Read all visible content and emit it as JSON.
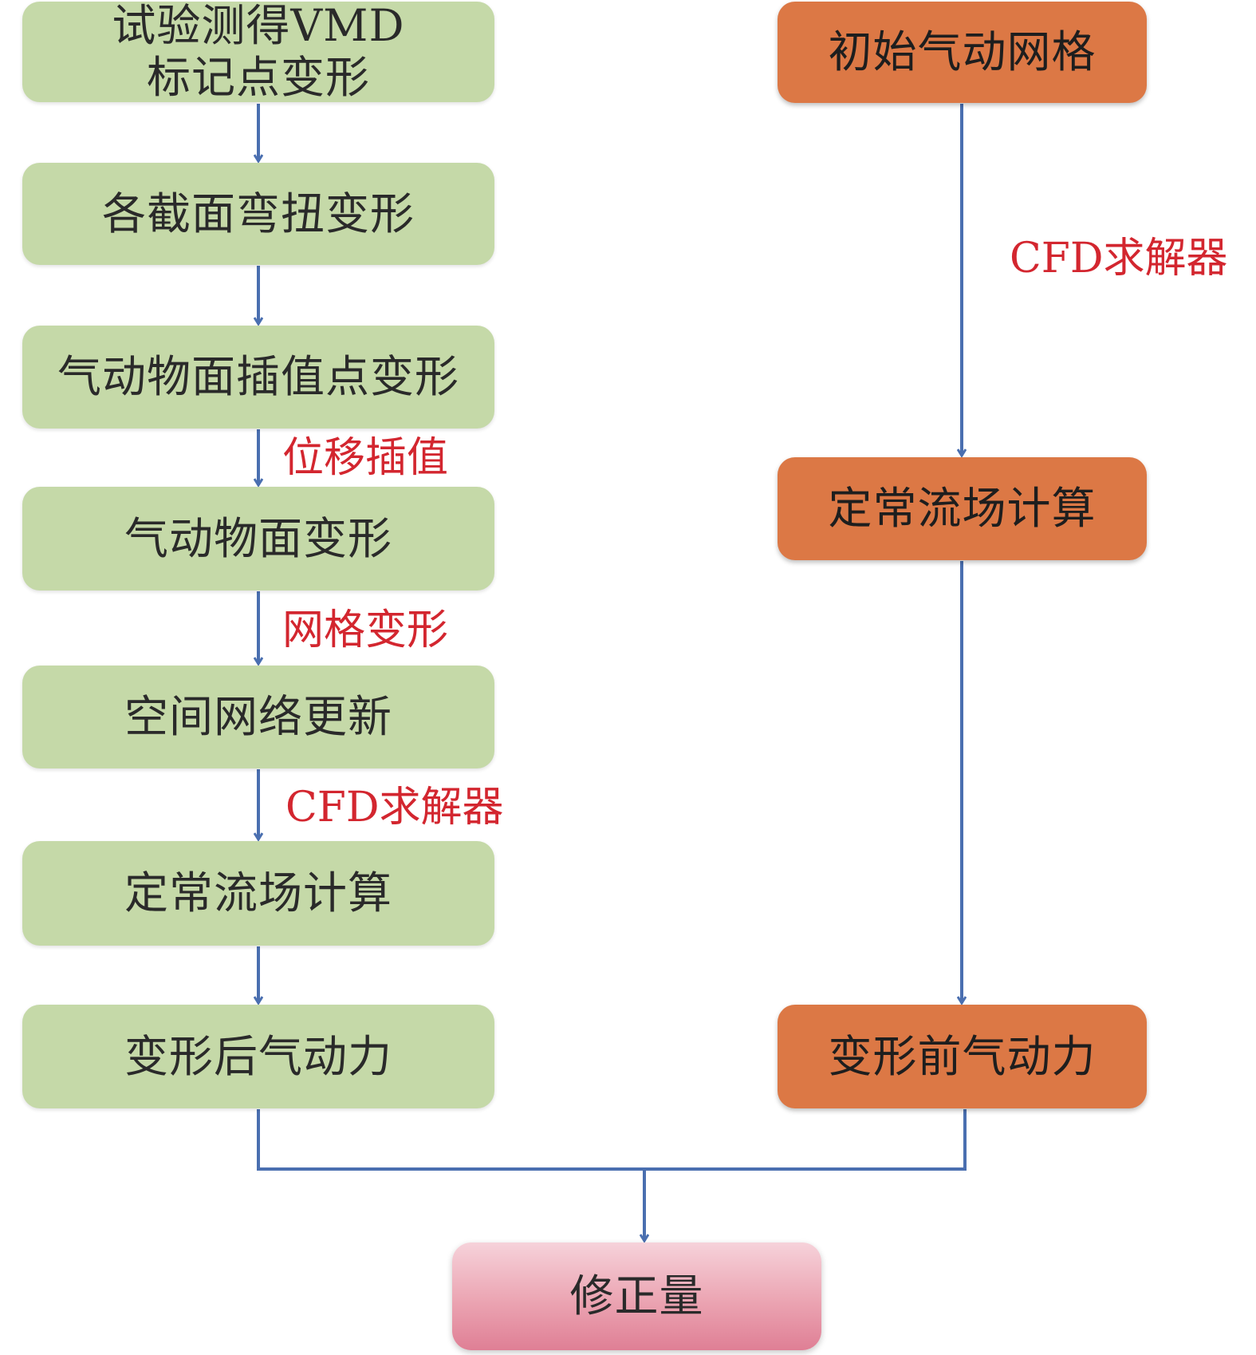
{
  "left_column": {
    "steps": [
      {
        "lines": [
          "试验测得VMD",
          "标记点变形"
        ]
      },
      {
        "lines": [
          "各截面弯扭变形"
        ]
      },
      {
        "lines": [
          "气动物面插值点变形"
        ]
      },
      {
        "lines": [
          "气动物面变形"
        ]
      },
      {
        "lines": [
          "空间网络更新"
        ]
      },
      {
        "lines": [
          "定常流场计算"
        ]
      },
      {
        "lines": [
          "变形后气动力"
        ]
      }
    ],
    "edge_labels": {
      "interp": "位移插值",
      "mesh": "网格变形",
      "cfd": "CFD求解器"
    }
  },
  "right_column": {
    "steps": [
      {
        "lines": [
          "初始气动网格"
        ]
      },
      {
        "lines": [
          "定常流场计算"
        ]
      },
      {
        "lines": [
          "变形前气动力"
        ]
      }
    ],
    "edge_labels": {
      "cfd": "CFD求解器"
    }
  },
  "result": {
    "label": "修正量"
  },
  "colors": {
    "left_box": "#c5d9a8",
    "right_box": "#dc7845",
    "result_box": "#eba4b2",
    "arrow": "#4a6fb0",
    "edge_label": "#d3262f"
  }
}
